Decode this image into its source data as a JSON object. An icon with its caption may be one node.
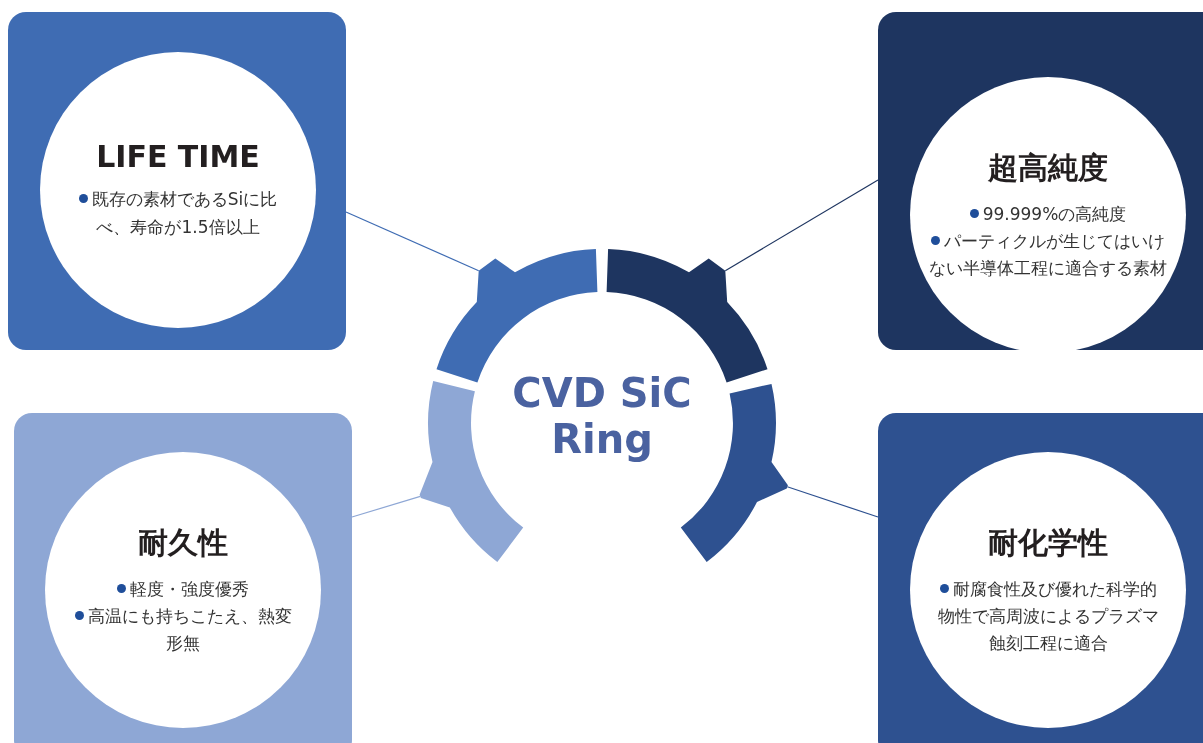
{
  "diagram": {
    "nodes": [
      {
        "text": [],
        "shape": "box"
      },
      {
        "text": [
          "LIFE TIME",
          "既存の素材であるSiに比べ、寿命が1.5倍以上"
        ],
        "in": 0
      },
      {
        "text": [],
        "shape": "box"
      },
      {
        "text": [
          "超高純度",
          "99.999%の高純度",
          "パーティクルが生じてはいけない半導体工程に適合する素材"
        ],
        "in": 2
      },
      {
        "text": [],
        "shape": "arc"
      },
      {
        "text": [],
        "shape": "arc"
      },
      {
        "text": [],
        "shape": "arc"
      },
      {
        "text": [],
        "shape": "arc"
      },
      {
        "text": [],
        "shape": "box"
      },
      {
        "text": [
          "耐久性",
          "軽度・強度優秀",
          "高温にも持ちこたえ、熱変形無"
        ],
        "in": 8
      },
      {
        "text": [],
        "shape": "box"
      },
      {
        "text": [
          "耐化学性",
          "耐腐食性及び優れた科学的物性で高周波によるプラズマ蝕刻工程に適合"
        ],
        "in": 10
      }
    ],
    "edges": [
      {
        "from": 0,
        "to": 4,
        "arrow": "none"
      },
      {
        "from": 2,
        "to": 5,
        "arrow": "none"
      },
      {
        "from": 8,
        "to": 6,
        "arrow": "none"
      },
      {
        "from": 10,
        "to": 7,
        "arrow": "none"
      }
    ],
    "labels": [
      "CVD SiC Ring"
    ]
  }
}
